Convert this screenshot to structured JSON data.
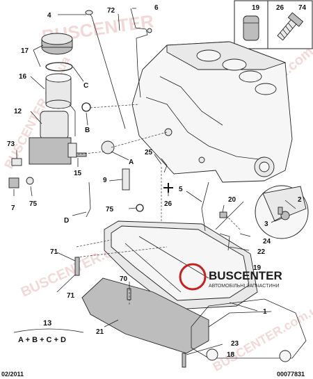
{
  "callouts": {
    "c4": "4",
    "c72": "72",
    "c6": "6",
    "c17": "17",
    "cC": "C",
    "c16": "16",
    "c12": "12",
    "cB": "B",
    "c73": "73",
    "c15": "15",
    "cA": "A",
    "c25": "25",
    "c9": "9",
    "c5": "5",
    "c20": "20",
    "c2": "2",
    "c3": "3",
    "c7": "7",
    "c75a": "75",
    "cD": "D",
    "c75b": "75",
    "c26": "26",
    "c24": "24",
    "c22": "22",
    "c71a": "71",
    "c71b": "71",
    "c70": "70",
    "c19": "19",
    "c1": "1",
    "c21": "21",
    "c23": "23",
    "c18": "18"
  },
  "inset": {
    "n19": "19",
    "n26": "26",
    "n74": "74"
  },
  "formula": {
    "number": "13",
    "expression": "A + B + C + D"
  },
  "footer": {
    "date": "02/2011",
    "ref": "00077831"
  },
  "watermark": {
    "brand": "BUSCENTER",
    "url": "BUSCENTER.com.ua",
    "tagline": "АВТОМОБІЛЬНІ ЗАПЧАСТИНИ",
    "accent_color": "#c8201e"
  }
}
